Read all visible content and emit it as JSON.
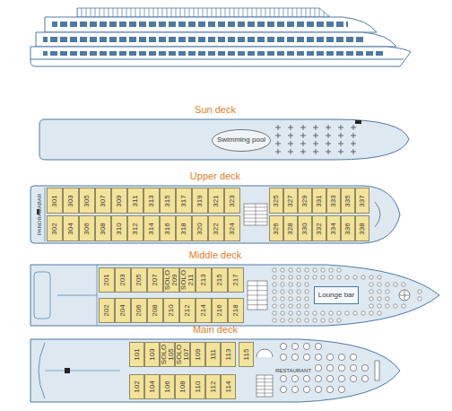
{
  "diagram": {
    "nodes": [
      {
        "text": [
          "Sun deck"
        ]
      },
      {
        "text": [
          "Swimming pool"
        ],
        "in": 0
      },
      {
        "text": [
          "Upper deck"
        ]
      },
      {
        "text": [
          "301"
        ],
        "in": 2
      },
      {
        "text": [
          "303"
        ],
        "in": 2
      },
      {
        "text": [
          "305"
        ],
        "in": 2
      },
      {
        "text": [
          "307"
        ],
        "in": 2
      },
      {
        "text": [
          "309"
        ],
        "in": 2
      },
      {
        "text": [
          "311"
        ],
        "in": 2
      },
      {
        "text": [
          "313"
        ],
        "in": 2
      },
      {
        "text": [
          "315"
        ],
        "in": 2
      },
      {
        "text": [
          "317"
        ],
        "in": 2
      },
      {
        "text": [
          "319"
        ],
        "in": 2
      },
      {
        "text": [
          "321"
        ],
        "in": 2
      },
      {
        "text": [
          "323"
        ],
        "in": 2
      },
      {
        "text": [
          "325"
        ],
        "in": 2
      },
      {
        "text": [
          "327"
        ],
        "in": 2
      },
      {
        "text": [
          "329"
        ],
        "in": 2
      },
      {
        "text": [
          "331"
        ],
        "in": 2
      },
      {
        "text": [
          "333"
        ],
        "in": 2
      },
      {
        "text": [
          "335"
        ],
        "in": 2
      },
      {
        "text": [
          "337"
        ],
        "in": 2
      },
      {
        "text": [
          "302"
        ],
        "in": 2
      },
      {
        "text": [
          "304"
        ],
        "in": 2
      },
      {
        "text": [
          "306"
        ],
        "in": 2
      },
      {
        "text": [
          "308"
        ],
        "in": 2
      },
      {
        "text": [
          "310"
        ],
        "in": 2
      },
      {
        "text": [
          "312"
        ],
        "in": 2
      },
      {
        "text": [
          "314"
        ],
        "in": 2
      },
      {
        "text": [
          "316"
        ],
        "in": 2
      },
      {
        "text": [
          "318"
        ],
        "in": 2
      },
      {
        "text": [
          "320"
        ],
        "in": 2
      },
      {
        "text": [
          "322"
        ],
        "in": 2
      },
      {
        "text": [
          "324"
        ],
        "in": 2
      },
      {
        "text": [
          "326"
        ],
        "in": 2
      },
      {
        "text": [
          "328"
        ],
        "in": 2
      },
      {
        "text": [
          "330"
        ],
        "in": 2
      },
      {
        "text": [
          "332"
        ],
        "in": 2
      },
      {
        "text": [
          "334"
        ],
        "in": 2
      },
      {
        "text": [
          "336"
        ],
        "in": 2
      },
      {
        "text": [
          "338"
        ],
        "in": 2
      },
      {
        "text": [
          "Middle deck"
        ]
      },
      {
        "text": [
          "201"
        ],
        "in": 41
      },
      {
        "text": [
          "203"
        ],
        "in": 41
      },
      {
        "text": [
          "205"
        ],
        "in": 41
      },
      {
        "text": [
          "207"
        ],
        "in": 41
      },
      {
        "text": [
          "SOLO 209"
        ],
        "in": 41
      },
      {
        "text": [
          "SOLO 211"
        ],
        "in": 41
      },
      {
        "text": [
          "213"
        ],
        "in": 41
      },
      {
        "text": [
          "215"
        ],
        "in": 41
      },
      {
        "text": [
          "217"
        ],
        "in": 41
      },
      {
        "text": [
          "202"
        ],
        "in": 41
      },
      {
        "text": [
          "204"
        ],
        "in": 41
      },
      {
        "text": [
          "206"
        ],
        "in": 41
      },
      {
        "text": [
          "208"
        ],
        "in": 41
      },
      {
        "text": [
          "210"
        ],
        "in": 41
      },
      {
        "text": [
          "212"
        ],
        "in": 41
      },
      {
        "text": [
          "214"
        ],
        "in": 41
      },
      {
        "text": [
          "216"
        ],
        "in": 41
      },
      {
        "text": [
          "218"
        ],
        "in": 41
      },
      {
        "text": [
          "Lounge bar"
        ],
        "in": 41
      },
      {
        "text": [
          "Main deck"
        ]
      },
      {
        "text": [
          "101"
        ],
        "in": 61
      },
      {
        "text": [
          "103"
        ],
        "in": 61
      },
      {
        "text": [
          "SOLO 105"
        ],
        "in": 61
      },
      {
        "text": [
          "SOLO 107"
        ],
        "in": 61
      },
      {
        "text": [
          "109"
        ],
        "in": 61
      },
      {
        "text": [
          "111"
        ],
        "in": 61
      },
      {
        "text": [
          "113"
        ],
        "in": 61
      },
      {
        "text": [
          "115"
        ],
        "in": 61
      },
      {
        "text": [
          "102"
        ],
        "in": 61
      },
      {
        "text": [
          "104"
        ],
        "in": 61
      },
      {
        "text": [
          "106"
        ],
        "in": 61
      },
      {
        "text": [
          "108"
        ],
        "in": 61
      },
      {
        "text": [
          "110"
        ],
        "in": 61
      },
      {
        "text": [
          "112"
        ],
        "in": 61
      },
      {
        "text": [
          "114"
        ],
        "in": 61
      }
    ],
    "labels": [
      "PANORAMABAR",
      "RESTAURANT"
    ]
  }
}
